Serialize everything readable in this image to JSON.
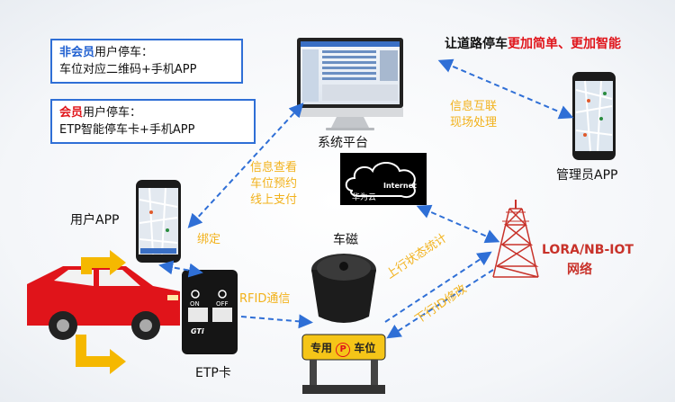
{
  "nonmember_box": {
    "highlight": "非会员",
    "line1_rest": "用户停车：",
    "line2": "车位对应二维码+手机APP"
  },
  "member_box": {
    "highlight": "会员",
    "line1_rest": "用户停车：",
    "line2": "ETP智能停车卡+手机APP"
  },
  "headline": {
    "part1": "让道路停车",
    "part2": "更加简单、更加智能"
  },
  "labels": {
    "system_platform": "系统平台",
    "admin_app": "管理员APP",
    "user_app": "用户APP",
    "vehicle_magnet": "车磁",
    "etp_card": "ETP卡",
    "lora_network_line1": "LORA/NB-IOT",
    "lora_network_line2": "网络",
    "cloud_text": "华为云",
    "internet_text": "Internet",
    "parking_sign": "专用",
    "parking_sign_symbol": "P",
    "parking_sign2": "车位",
    "card_on": "ON",
    "card_off": "OFF",
    "card_brand": "GTi"
  },
  "annotations": {
    "info_exchange_1": "信息互联",
    "info_exchange_2": "现场处理",
    "info_query_1": "信息查看",
    "info_query_2": "车位预约",
    "info_query_3": "线上支付",
    "bind": "绑定",
    "rfid": "RFID通信",
    "uplink": "上行状态统计",
    "downlink": "下行ID修改"
  },
  "colors": {
    "accent_blue": "#2f6fd6",
    "highlight_red": "#e0141a",
    "annotation_yellow": "#f2b21c",
    "arrow_yellow": "#f5b800",
    "car_red": "#e0141a"
  }
}
